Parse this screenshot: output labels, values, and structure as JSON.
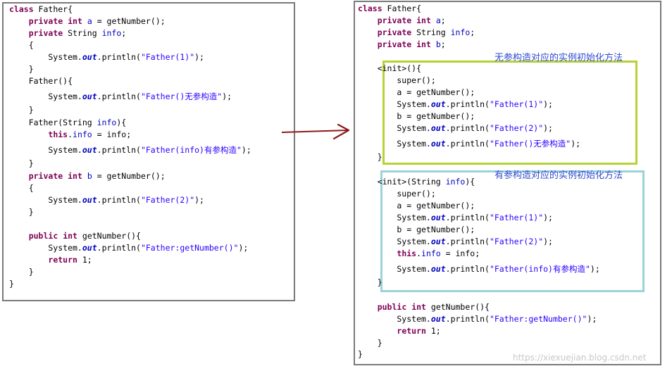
{
  "left_code": [
    [
      [
        "kw",
        "class"
      ],
      [
        "plain",
        " Father{"
      ]
    ],
    [
      [
        "plain",
        "    "
      ],
      [
        "kw",
        "private"
      ],
      [
        "plain",
        " "
      ],
      [
        "kw",
        "int"
      ],
      [
        "plain",
        " "
      ],
      [
        "field",
        "a"
      ],
      [
        "plain",
        " = getNumber();"
      ]
    ],
    [
      [
        "plain",
        "    "
      ],
      [
        "kw",
        "private"
      ],
      [
        "plain",
        " String "
      ],
      [
        "field",
        "info"
      ],
      [
        "plain",
        ";"
      ]
    ],
    [
      [
        "plain",
        "    {"
      ]
    ],
    [
      [
        "plain",
        "        System."
      ],
      [
        "static",
        "out"
      ],
      [
        "plain",
        ".println("
      ],
      [
        "str",
        "\"Father(1)\""
      ],
      [
        "plain",
        ");"
      ]
    ],
    [
      [
        "plain",
        "    }"
      ]
    ],
    [
      [
        "plain",
        "    Father(){"
      ]
    ],
    [
      [
        "plain",
        "        System."
      ],
      [
        "static",
        "out"
      ],
      [
        "plain",
        ".println("
      ],
      [
        "str",
        "\"Father()无参构造\""
      ],
      [
        "plain",
        ");"
      ]
    ],
    [
      [
        "plain",
        "    }"
      ]
    ],
    [
      [
        "plain",
        "    Father(String "
      ],
      [
        "field",
        "info"
      ],
      [
        "plain",
        "){"
      ]
    ],
    [
      [
        "plain",
        "        "
      ],
      [
        "kw",
        "this"
      ],
      [
        "plain",
        "."
      ],
      [
        "field",
        "info"
      ],
      [
        "plain",
        " = info;"
      ]
    ],
    [
      [
        "plain",
        "        System."
      ],
      [
        "static",
        "out"
      ],
      [
        "plain",
        ".println("
      ],
      [
        "str",
        "\"Father(info)有参构造\""
      ],
      [
        "plain",
        ");"
      ]
    ],
    [
      [
        "plain",
        "    }"
      ]
    ],
    [
      [
        "plain",
        "    "
      ],
      [
        "kw",
        "private"
      ],
      [
        "plain",
        " "
      ],
      [
        "kw",
        "int"
      ],
      [
        "plain",
        " "
      ],
      [
        "field",
        "b"
      ],
      [
        "plain",
        " = getNumber();"
      ]
    ],
    [
      [
        "plain",
        "    {"
      ]
    ],
    [
      [
        "plain",
        "        System."
      ],
      [
        "static",
        "out"
      ],
      [
        "plain",
        ".println("
      ],
      [
        "str",
        "\"Father(2)\""
      ],
      [
        "plain",
        ");"
      ]
    ],
    [
      [
        "plain",
        "    }"
      ]
    ],
    [
      [
        "plain",
        ""
      ]
    ],
    [
      [
        "plain",
        "    "
      ],
      [
        "kw",
        "public"
      ],
      [
        "plain",
        " "
      ],
      [
        "kw",
        "int"
      ],
      [
        "plain",
        " getNumber(){"
      ]
    ],
    [
      [
        "plain",
        "        System."
      ],
      [
        "static",
        "out"
      ],
      [
        "plain",
        ".println("
      ],
      [
        "str",
        "\"Father:getNumber()\""
      ],
      [
        "plain",
        ");"
      ]
    ],
    [
      [
        "plain",
        "        "
      ],
      [
        "kw",
        "return"
      ],
      [
        "plain",
        " 1;"
      ]
    ],
    [
      [
        "plain",
        "    }"
      ]
    ],
    [
      [
        "plain",
        "}"
      ]
    ]
  ],
  "right_code": [
    [
      [
        "kw",
        "class"
      ],
      [
        "plain",
        " Father{"
      ]
    ],
    [
      [
        "plain",
        "    "
      ],
      [
        "kw",
        "private"
      ],
      [
        "plain",
        " "
      ],
      [
        "kw",
        "int"
      ],
      [
        "plain",
        " "
      ],
      [
        "field",
        "a"
      ],
      [
        "plain",
        ";"
      ]
    ],
    [
      [
        "plain",
        "    "
      ],
      [
        "kw",
        "private"
      ],
      [
        "plain",
        " String "
      ],
      [
        "field",
        "info"
      ],
      [
        "plain",
        ";"
      ]
    ],
    [
      [
        "plain",
        "    "
      ],
      [
        "kw",
        "private"
      ],
      [
        "plain",
        " "
      ],
      [
        "kw",
        "int"
      ],
      [
        "plain",
        " "
      ],
      [
        "field",
        "b"
      ],
      [
        "plain",
        ";"
      ]
    ],
    [
      [
        "plain",
        ""
      ]
    ],
    [
      [
        "plain",
        "    <init>(){"
      ]
    ],
    [
      [
        "plain",
        "        super();"
      ]
    ],
    [
      [
        "plain",
        "        a = getNumber();"
      ]
    ],
    [
      [
        "plain",
        "        System."
      ],
      [
        "static",
        "out"
      ],
      [
        "plain",
        ".println("
      ],
      [
        "str",
        "\"Father(1)\""
      ],
      [
        "plain",
        ");"
      ]
    ],
    [
      [
        "plain",
        "        b = getNumber();"
      ]
    ],
    [
      [
        "plain",
        "        System."
      ],
      [
        "static",
        "out"
      ],
      [
        "plain",
        ".println("
      ],
      [
        "str",
        "\"Father(2)\""
      ],
      [
        "plain",
        ");"
      ]
    ],
    [
      [
        "plain",
        "        System."
      ],
      [
        "static",
        "out"
      ],
      [
        "plain",
        ".println("
      ],
      [
        "str",
        "\"Father()无参构造\""
      ],
      [
        "plain",
        ");"
      ]
    ],
    [
      [
        "plain",
        "    }"
      ]
    ],
    [
      [
        "plain",
        ""
      ]
    ],
    [
      [
        "plain",
        "    <init>(String "
      ],
      [
        "field",
        "info"
      ],
      [
        "plain",
        "){"
      ]
    ],
    [
      [
        "plain",
        "        super();"
      ]
    ],
    [
      [
        "plain",
        "        a = getNumber();"
      ]
    ],
    [
      [
        "plain",
        "        System."
      ],
      [
        "static",
        "out"
      ],
      [
        "plain",
        ".println("
      ],
      [
        "str",
        "\"Father(1)\""
      ],
      [
        "plain",
        ");"
      ]
    ],
    [
      [
        "plain",
        "        b = getNumber();"
      ]
    ],
    [
      [
        "plain",
        "        System."
      ],
      [
        "static",
        "out"
      ],
      [
        "plain",
        ".println("
      ],
      [
        "str",
        "\"Father(2)\""
      ],
      [
        "plain",
        ");"
      ]
    ],
    [
      [
        "plain",
        "        "
      ],
      [
        "kw",
        "this"
      ],
      [
        "plain",
        "."
      ],
      [
        "field",
        "info"
      ],
      [
        "plain",
        " = info;"
      ]
    ],
    [
      [
        "plain",
        "        System."
      ],
      [
        "static",
        "out"
      ],
      [
        "plain",
        ".println("
      ],
      [
        "str",
        "\"Father(info)有参构造\""
      ],
      [
        "plain",
        ");"
      ]
    ],
    [
      [
        "plain",
        "    }"
      ]
    ],
    [
      [
        "plain",
        ""
      ]
    ],
    [
      [
        "plain",
        ""
      ]
    ],
    [
      [
        "plain",
        "    "
      ],
      [
        "kw",
        "public"
      ],
      [
        "plain",
        " "
      ],
      [
        "kw",
        "int"
      ],
      [
        "plain",
        " getNumber(){"
      ]
    ],
    [
      [
        "plain",
        "        System."
      ],
      [
        "static",
        "out"
      ],
      [
        "plain",
        ".println("
      ],
      [
        "str",
        "\"Father:getNumber()\""
      ],
      [
        "plain",
        ");"
      ]
    ],
    [
      [
        "plain",
        "        "
      ],
      [
        "kw",
        "return"
      ],
      [
        "plain",
        " 1;"
      ]
    ],
    [
      [
        "plain",
        "    }"
      ]
    ],
    [
      [
        "plain",
        "}"
      ]
    ]
  ],
  "annotations": {
    "noarg": "无参构造对应的实例初始化方法",
    "arg": "有参构造对应的实例初始化方法"
  },
  "watermark": "https://xiexuejian.blog.csdn.net",
  "colors": {
    "keyword": "#7f0055",
    "field": "#0000c0",
    "string": "#2a00ff",
    "annotation": "#2f49d1",
    "arrow": "#8b1a1a",
    "noarg_box": "#b5d334",
    "arg_box": "#9ad3da"
  },
  "icons": {
    "arrow": "right-arrow-icon"
  }
}
